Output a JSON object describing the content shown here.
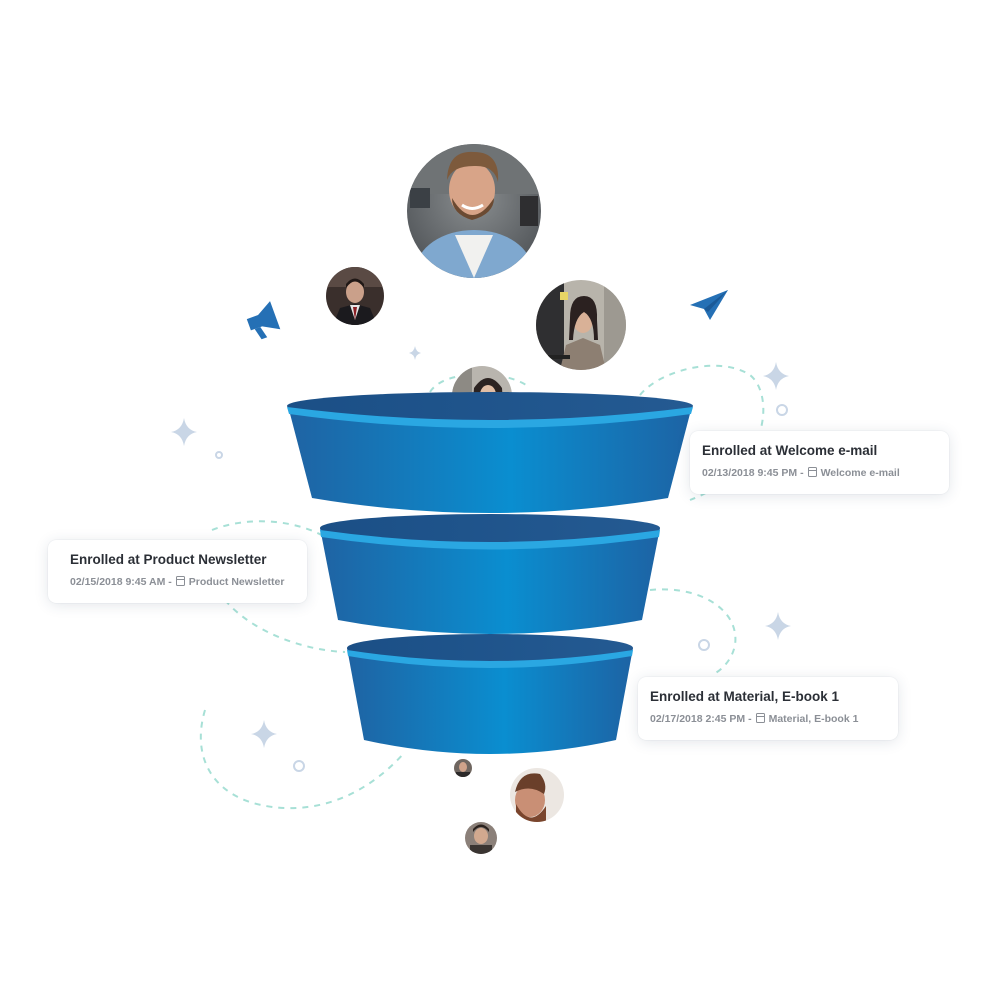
{
  "icons": {
    "megaphone": "megaphone-icon",
    "paper_plane": "paper-plane-icon",
    "calendar": "calendar-icon"
  },
  "colors": {
    "funnel_dark": "#1e5a93",
    "funnel_mid": "#1a7fc1",
    "funnel_light": "#0a90d0",
    "funnel_rim": "#2aa7e2",
    "icon_blue": "#2570b5",
    "dashed_path": "#a7e0d6",
    "sparkle": "#c9d6e6"
  },
  "cards": [
    {
      "title": "Enrolled at Welcome e-mail",
      "date": "02/13/2018 9:45 PM -",
      "source": "Welcome e-mail"
    },
    {
      "title": "Enrolled at Product Newsletter",
      "date": "02/15/2018 9:45 AM -",
      "source": "Product Newsletter"
    },
    {
      "title": "Enrolled at Material, E-book 1",
      "date": "02/17/2018 2:45 PM -",
      "source": "Material, E-book 1"
    }
  ]
}
